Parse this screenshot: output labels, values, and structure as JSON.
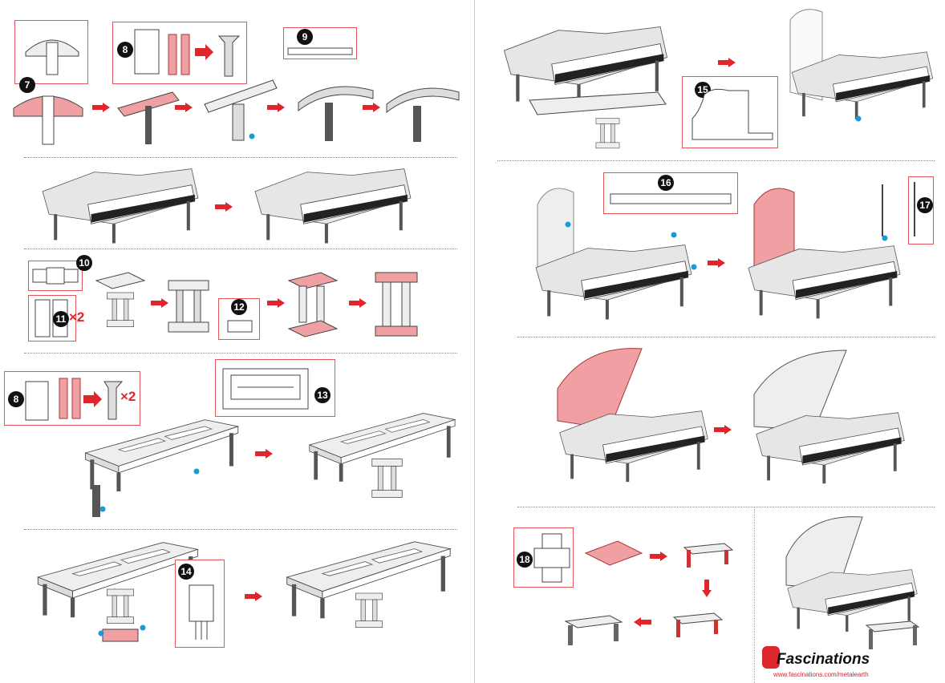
{
  "steps": {
    "s7": "7",
    "s8a": "8",
    "s9": "9",
    "s10": "10",
    "s11": "11",
    "s12": "12",
    "s8b": "8",
    "s13": "13",
    "s14": "14",
    "s15": "15",
    "s16": "16",
    "s17": "17",
    "s18": "18"
  },
  "multipliers": {
    "m11": "×2",
    "m8": "×2"
  },
  "brand": {
    "name": "Fascinations",
    "url": "www.fascinations.com/metalearth"
  },
  "colors": {
    "accent": "#e0262d",
    "part_highlight": "#f0a0a3",
    "dot": "#1a9ad6",
    "triangle": "#9ccc3c"
  }
}
